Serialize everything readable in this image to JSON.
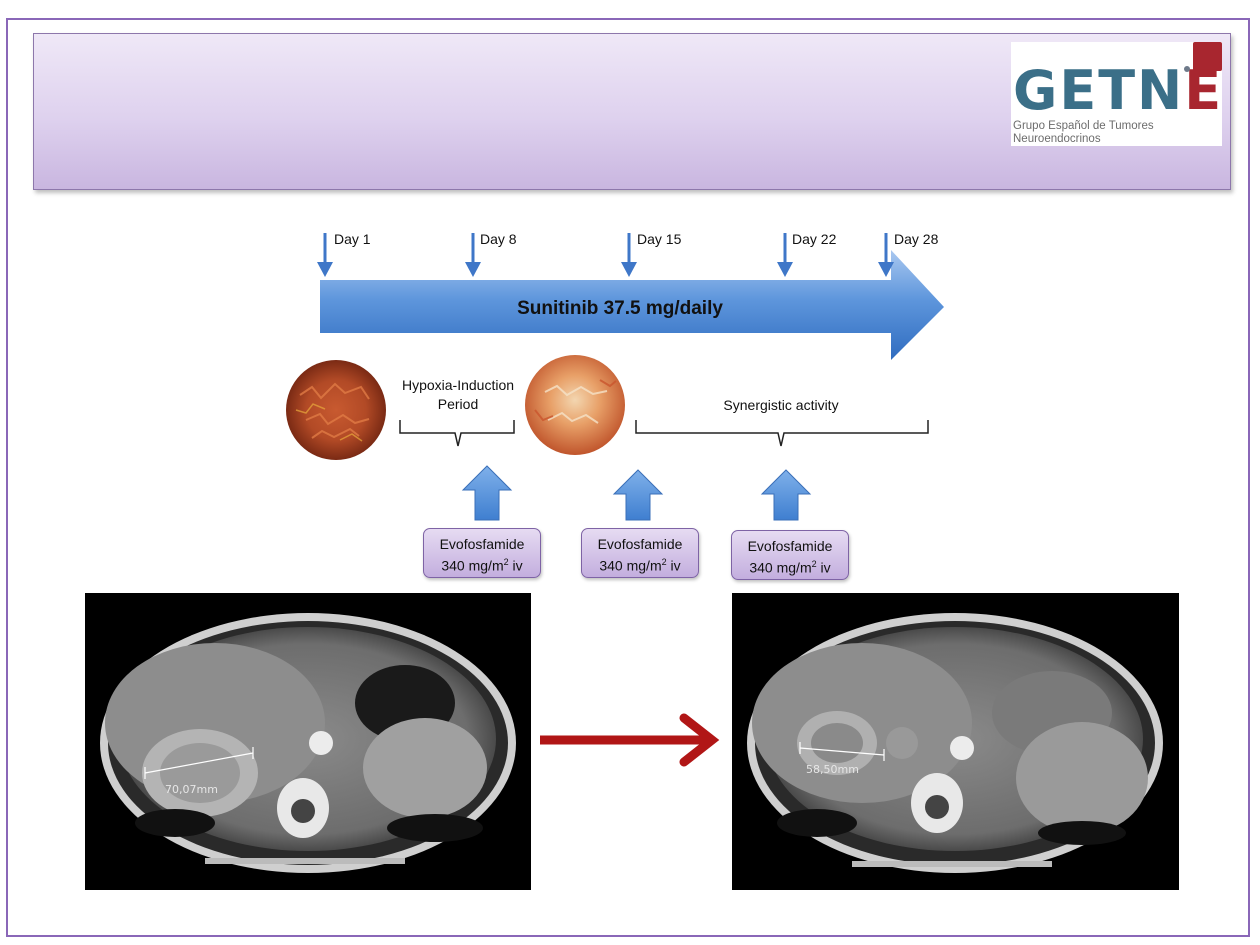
{
  "logo": {
    "wordmark_start": "GETN",
    "wordmark_end": "E",
    "subtitle_line1": "Grupo Español de Tumores",
    "subtitle_line2": "Neuroendocrinos",
    "colors": {
      "blue": "#3b6f88",
      "red": "#a8262f"
    }
  },
  "timeline": {
    "drug_label": "Sunitinib 37.5 mg/daily",
    "days": [
      "Day 1",
      "Day 8",
      "Day 15",
      "Day 22",
      "Day 28"
    ]
  },
  "phases": {
    "hypoxia_line1": "Hypoxia-Induction",
    "hypoxia_line2": "Period",
    "synergy": "Synergistic activity"
  },
  "doses": [
    {
      "drug": "Evofosfamide",
      "dose_base": "340 mg/m",
      "dose_sup": "2",
      "dose_tail": " iv"
    },
    {
      "drug": "Evofosfamide",
      "dose_base": "340 mg/m",
      "dose_sup": "2",
      "dose_tail": " iv"
    },
    {
      "drug": "Evofosfamide",
      "dose_base": "340 mg/m",
      "dose_sup": "2",
      "dose_tail": " iv"
    }
  ],
  "scans": {
    "before_measure": "70,07mm",
    "after_measure": "58,50mm"
  }
}
